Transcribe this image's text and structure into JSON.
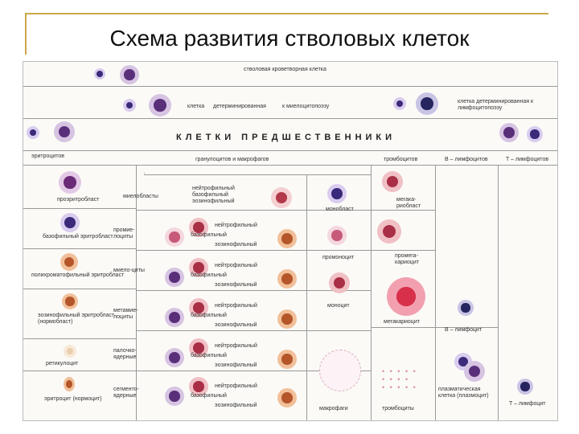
{
  "title": "Схема развития стволовых клеток",
  "labels": {
    "stem": "стволовая кроветворная клетка",
    "cell_det_myelo_a": "клетка",
    "cell_det_myelo_b": "детерминированная",
    "cell_det_myelo_c": "к миелоцитопоэзу",
    "cell_det_lympho": "клетка детерминированная к лимфоцитопоэзу",
    "precursors": "КЛЕТКИ ПРЕДШЕСТВЕННИКИ",
    "col_erythro": "эритроцитов",
    "col_granulo": "гранулоцитов и макрофагов",
    "col_thrombo": "тромбоцитов",
    "col_b": "B – лимфоцитов",
    "col_t": "T – лимфоцитов",
    "proerythroblast": "проэритробласт",
    "basophilic_erythroblast": "базофильный эритробласт",
    "polychromatophilic_erythroblast": "полихроматофильный эритробласт",
    "oxyphilic_erythroblast": "эозинофильный эритробласт (нормобласт)",
    "reticulocyte": "ретикулоцит",
    "erythrocyte": "эритроцит (нормоцит)",
    "myeloblasts": "миелобласты",
    "myeloblast_types": "нейтрофильный базофильный эозинофильный",
    "promyelocytes": "промие-лоциты",
    "myelocytes": "миело-циты",
    "metamyelocytes": "метамие-лоциты",
    "band": "палочко-ядерные",
    "segmented": "сегменто-ядерные",
    "neutrophilic": "нейтрофильный",
    "basophilic": "базофильный",
    "eosinophilic": "эозинофильный",
    "monoblast": "монобласт",
    "promonocyte": "промоноцит",
    "monocyte": "моноцит",
    "macrophages": "макрофаги",
    "megakaryoblast": "мегака-риобласт",
    "promegakaryocyte": "промега-кариоцит",
    "megakaryocyte": "мегакариоцит",
    "platelets": "тромбоциты",
    "b_lymphocyte": "B – лимфоцит",
    "plasma_cell": "плазматическая клетка (плазмоцит)",
    "t_lymphocyte": "T – лимфоцит"
  },
  "colors": {
    "accent": "#c9a84a",
    "lines": "#999999",
    "cell_nucleus": "#3b2a7a",
    "erythroid": "#b33a4a"
  }
}
